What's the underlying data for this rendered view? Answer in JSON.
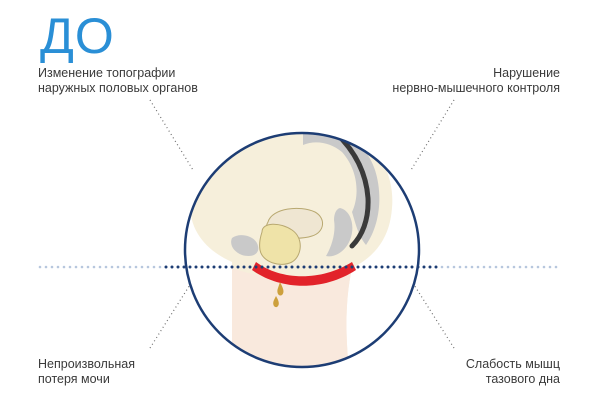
{
  "title": "ДО",
  "labels": {
    "top_left": [
      "Изменение топографии",
      "наружных половых органов"
    ],
    "top_right": [
      "Нарушение",
      "нервно-мышечного контроля"
    ],
    "bottom_left": [
      "Непроизвольная",
      "потеря мочи"
    ],
    "bottom_right": [
      "Слабость мышц",
      "тазового дна"
    ]
  },
  "colors": {
    "title": "#2a8fd6",
    "label_text": "#3a3a3a",
    "circle_stroke": "#1d3d74",
    "dots_strong": "#1d3d74",
    "dots_faint": "#b7c7de",
    "leader_dots": "#6f6f6f",
    "skin": "#f6efdb",
    "skin_lower": "#f9e9dd",
    "muscle": "#e2232a",
    "spine": "#3a3a3a",
    "bone": "#c9c9c9",
    "bladder": "#efe3a8",
    "uterus": "#efe6d2",
    "urine": "#cda03c"
  }
}
